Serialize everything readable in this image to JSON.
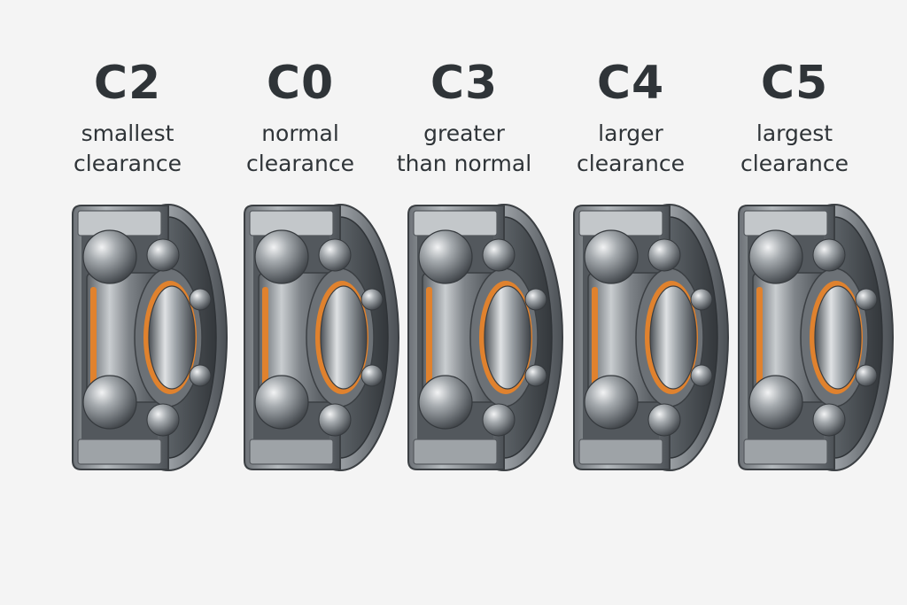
{
  "colors": {
    "background": "#f4f4f4",
    "steel": "#8d9296",
    "steel_dark": "#4a4f54",
    "seal": "#e0822e",
    "text": "#2f3438"
  },
  "bearings": [
    {
      "code": "C2",
      "line1": "smallest",
      "line2": "clearance"
    },
    {
      "code": "C0",
      "line1": "normal",
      "line2": "clearance"
    },
    {
      "code": "C3",
      "line1": "greater",
      "line2": "than normal"
    },
    {
      "code": "C4",
      "line1": "larger",
      "line2": "clearance"
    },
    {
      "code": "C5",
      "line1": "largest",
      "line2": "clearance"
    }
  ]
}
